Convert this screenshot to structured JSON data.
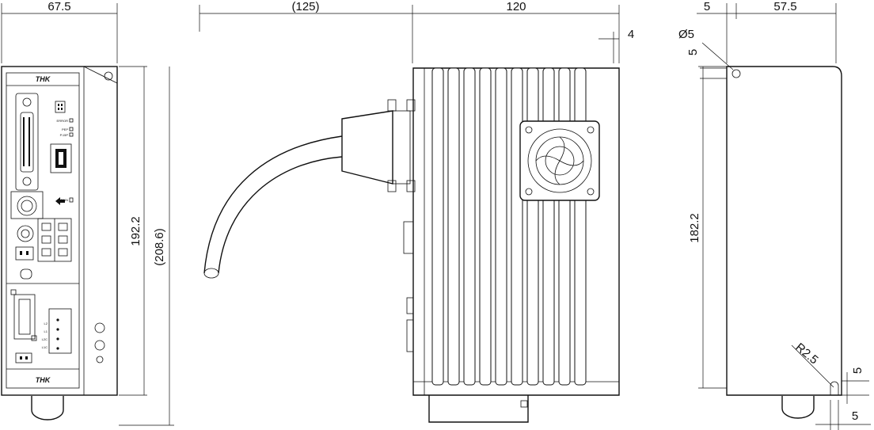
{
  "front_view": {
    "width_dim": "67.5",
    "height_dim": "192.2",
    "overall_height_dim": "(208.6)",
    "logo_top": "THK",
    "logo_bottom": "THK",
    "panel_labels": [
      "ERROR",
      "PEP",
      "P.15P",
      "GAIN",
      "L2",
      "L1",
      "L2C",
      "L1C"
    ]
  },
  "side_view": {
    "cable_dim": "(125)",
    "depth_dim": "120",
    "offset_dim": "4"
  },
  "rear_view": {
    "offset_dim": "5",
    "width_dim": "57.5",
    "hole_dia_dim": "Ø5",
    "hole_offset_dim": "5",
    "height_dim": "182.2",
    "radius_dim": "R2.5",
    "bottom_offset_dim": "5",
    "bottom_edge_dim": "5"
  }
}
